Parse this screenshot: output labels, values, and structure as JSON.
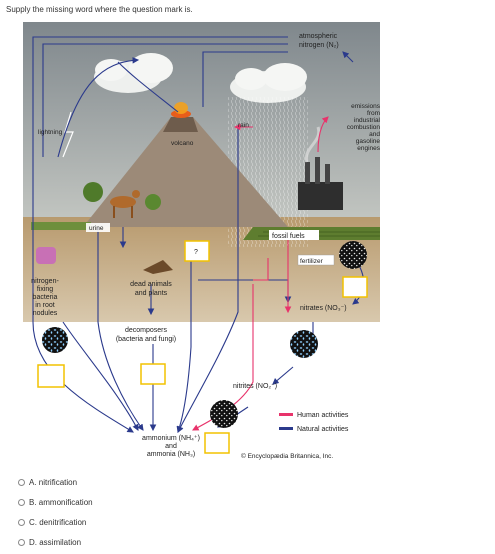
{
  "question": {
    "prompt": "Supply the missing word where the question mark is."
  },
  "diagram": {
    "labels": {
      "atmospheric_1": "atmospheric",
      "atmospheric_2": "nitrogen (N₂)",
      "rain": "rain",
      "lightning": "lightning",
      "volcano": "volcano",
      "emissions_1": "emissions",
      "emissions_2": "from",
      "emissions_3": "industrial",
      "emissions_4": "combustion",
      "emissions_5": "and",
      "emissions_6": "gasoline",
      "emissions_7": "engines",
      "urine": "urine",
      "fossil_fuels": "fossil fuels",
      "fertilizer": "fertilizer",
      "nfix_1": "nitrogen-",
      "nfix_2": "fixing",
      "nfix_3": "bacteria",
      "nfix_4": "in root",
      "nfix_5": "nodules",
      "dead_1": "dead animals",
      "dead_2": "and plants",
      "nitrates": "nitrates (NO₃⁻)",
      "decomp_1": "decomposers",
      "decomp_2": "(bacteria and fungi)",
      "nitrites": "nitrites (NO₂⁻)",
      "ammonium_1": "ammonium (NH₄⁺)",
      "ammonium_2": "and",
      "ammonium_3": "ammonia (NH₃)",
      "question_mark": "?",
      "credit": "© Encyclopædia Britannica, Inc."
    },
    "legend": [
      {
        "label": "Human activities",
        "color": "#e8336b"
      },
      {
        "label": "Natural activities",
        "color": "#2b3a8c"
      }
    ],
    "colors": {
      "natural_arrow": "#2b3a8c",
      "human_arrow": "#e8336b",
      "answer_box": "#f2c200",
      "sky": "#9ba3a8",
      "ground": "#c9b089"
    }
  },
  "options": [
    {
      "letter": "A.",
      "label": "nitrification"
    },
    {
      "letter": "B.",
      "label": "ammonification"
    },
    {
      "letter": "C.",
      "label": "denitrification"
    },
    {
      "letter": "D.",
      "label": "assimilation"
    }
  ]
}
